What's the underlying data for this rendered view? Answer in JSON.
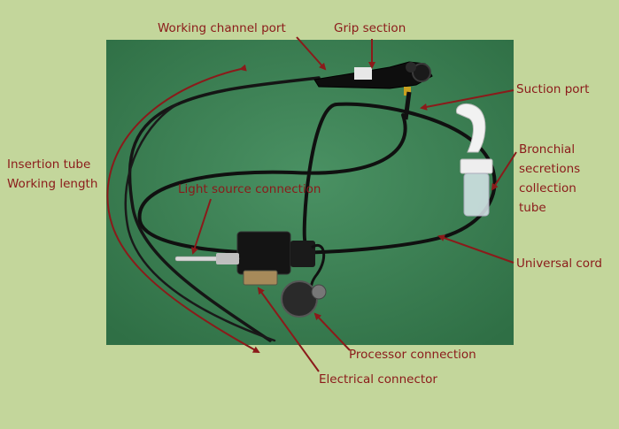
{
  "labels": {
    "working_channel_port": "Working channel port",
    "grip_section": "Grip section",
    "suction_port": "Suction port",
    "bronchial": [
      "Bronchial",
      "secretions",
      "collection",
      "tube"
    ],
    "insertion_tube": [
      "Insertion tube",
      "Working length"
    ],
    "light_source": "Light source connection",
    "universal_cord": "Universal cord",
    "processor": "Processor connection",
    "electrical": "Electrical connector"
  },
  "colors": {
    "background": "#c3d69b",
    "photo_drape": "#3f8456",
    "label_text": "#8b1a1a",
    "arrow": "#8b1a1a",
    "scope_black": "#111111"
  }
}
